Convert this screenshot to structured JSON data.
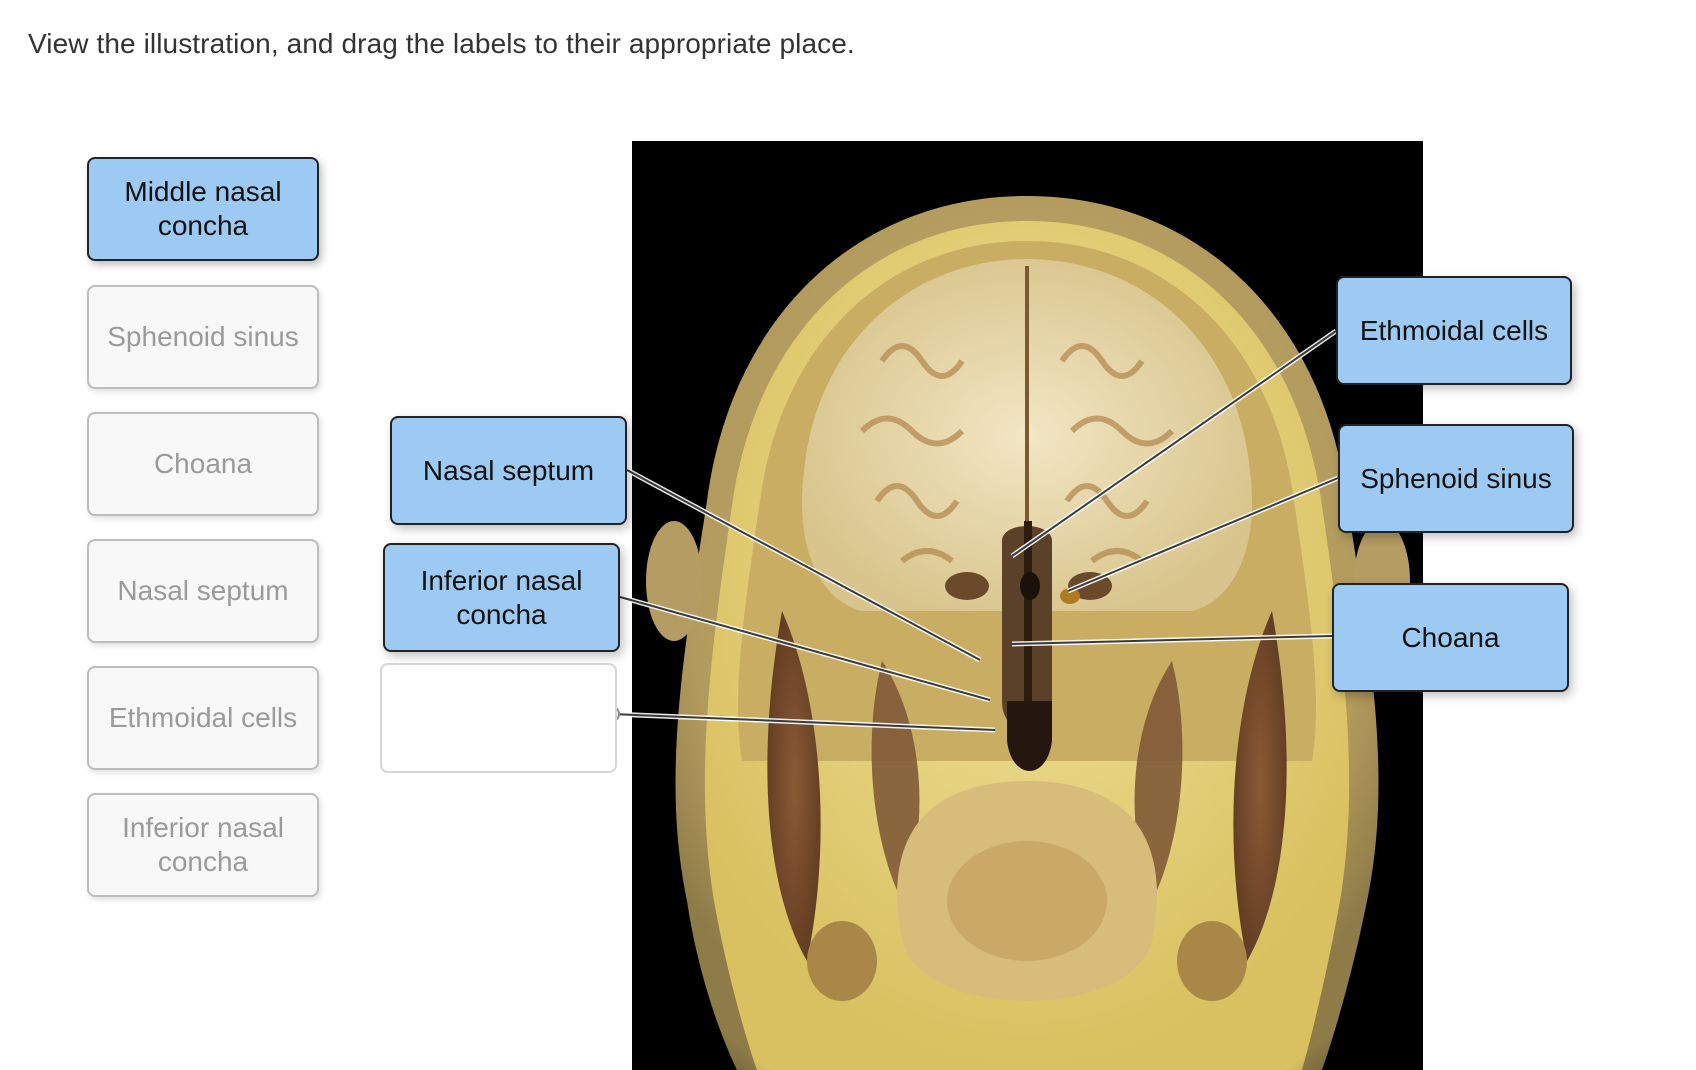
{
  "instruction": "View the illustration, and drag the labels to their appropriate place.",
  "label_bank": [
    {
      "text": "Middle nasal concha",
      "state": "available"
    },
    {
      "text": "Sphenoid sinus",
      "state": "used"
    },
    {
      "text": "Choana",
      "state": "used"
    },
    {
      "text": "Nasal septum",
      "state": "used"
    },
    {
      "text": "Ethmoidal cells",
      "state": "used"
    },
    {
      "text": "Inferior nasal concha",
      "state": "used"
    }
  ],
  "placed_labels": {
    "nasal_septum": "Nasal septum",
    "inferior_nasal_concha": "Inferior nasal concha",
    "ethmoidal_cells": "Ethmoidal cells",
    "sphenoid_sinus": "Sphenoid sinus",
    "choana": "Choana"
  },
  "colors": {
    "label_fill": "#9ccaf2",
    "label_border": "#222222",
    "bank_fill_used": "#f8f8f8",
    "bank_text_used": "#9a9a9a"
  }
}
